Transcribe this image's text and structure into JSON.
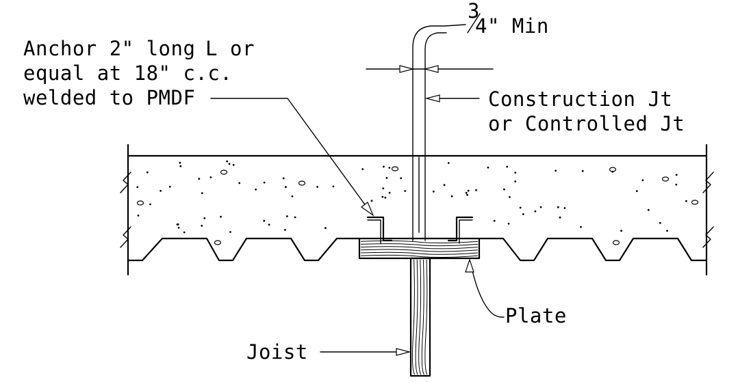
{
  "labels": {
    "anchor_line1": "Anchor 2\" long",
    "angle_symbol": "L",
    "anchor_line1_end": "or",
    "anchor_line2": "equal at 18\" c.c.",
    "anchor_line3": "welded to PMDF",
    "min_fraction_num": "3",
    "min_fraction_den": "4",
    "min_suffix": "\" Min",
    "joint_line1": "Construction Jt",
    "joint_line2": "or Controlled Jt",
    "plate": "Plate",
    "joist": "Joist"
  },
  "colors": {
    "ink": "#000000",
    "paper": "#ffffff"
  }
}
